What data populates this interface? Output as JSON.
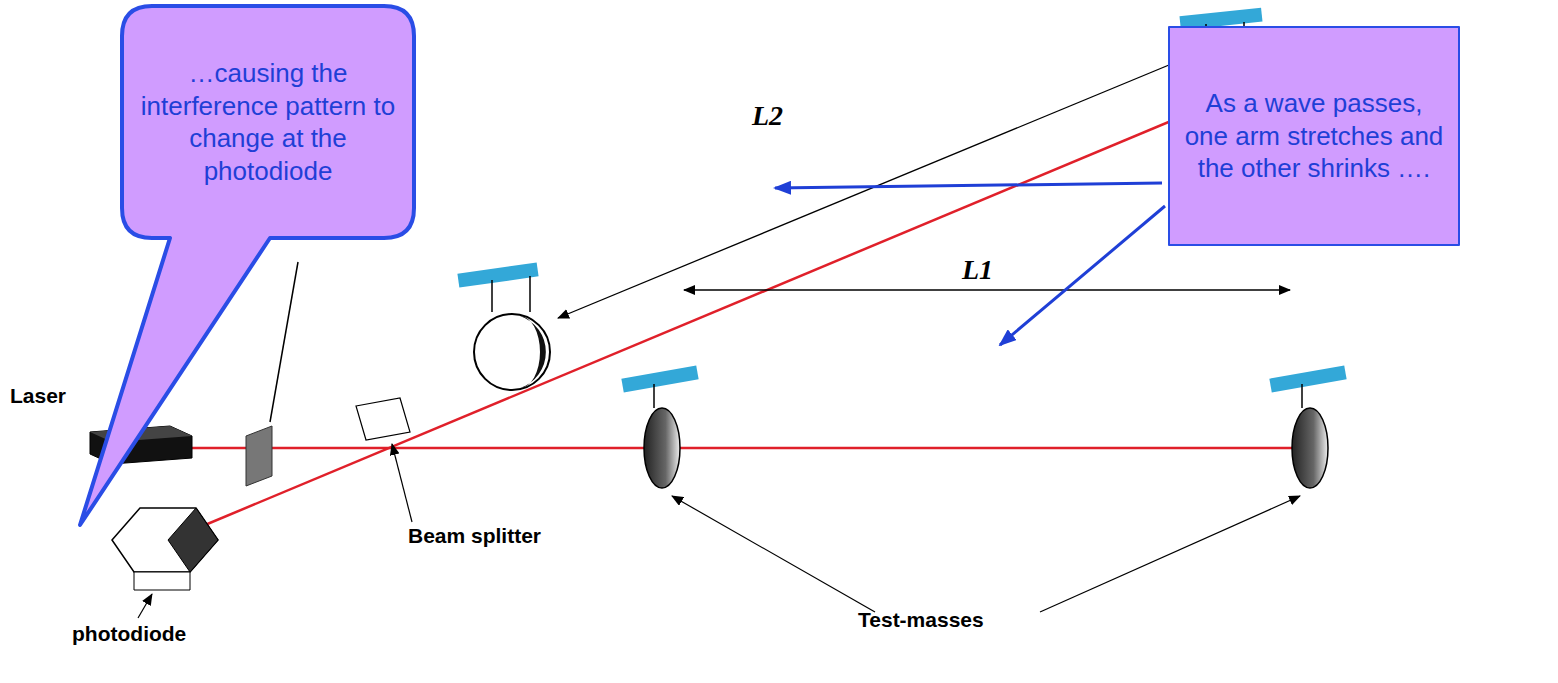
{
  "diagram": {
    "nodes": [
      {
        "text": [
          "…causing the interference pattern to change at the photodiode"
        ]
      },
      {
        "text": [
          "As a wave passes, one arm stretches and the other shrinks …."
        ]
      }
    ],
    "labels": [
      "Laser",
      "photodiode",
      "Beam splitter",
      "Test-masses",
      "L2",
      "L1"
    ]
  }
}
